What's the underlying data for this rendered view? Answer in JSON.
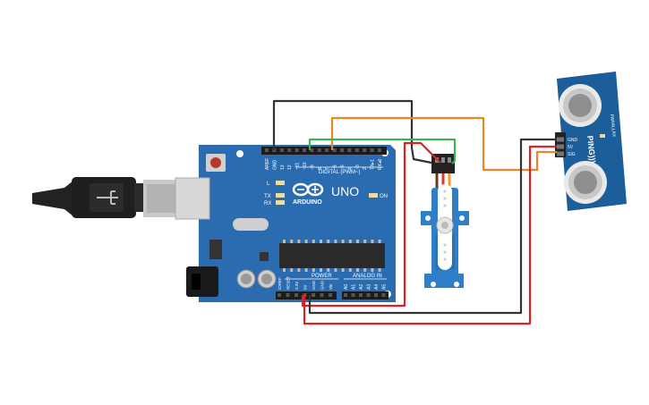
{
  "board": {
    "brand": "ARDUINO",
    "model": "UNO",
    "digital_header": "DIGITAL (PWM~)",
    "power_header": "POWER",
    "analog_header": "ANALOG IN",
    "on_led": "ON",
    "led_l": "L",
    "led_tx": "TX",
    "led_rx": "RX",
    "digital_pins": [
      "AREF",
      "GND",
      "13",
      "12",
      "~11",
      "~10",
      "~9",
      "8",
      "7",
      "~6",
      "~5",
      "4",
      "~3",
      "2",
      "TX▸1",
      "RX◂0"
    ],
    "power_pins": [
      "IOREF",
      "RESET",
      "3.3V",
      "5V",
      "GND",
      "GND",
      "Vin"
    ],
    "analog_pins": [
      "A0",
      "A1",
      "A2",
      "A3",
      "A4",
      "A5"
    ]
  },
  "sensor": {
    "name": "PING)))",
    "pins": [
      "GND",
      "5V",
      "SIG"
    ],
    "fine_print": "PARALLAX"
  },
  "colors": {
    "board": "#2b6cb0",
    "sensor": "#1b5e9a",
    "servo": "#2f7fc8",
    "wire_black": "#333333",
    "wire_red": "#e02020",
    "wire_orange": "#e8862a",
    "wire_green": "#3db34a"
  }
}
